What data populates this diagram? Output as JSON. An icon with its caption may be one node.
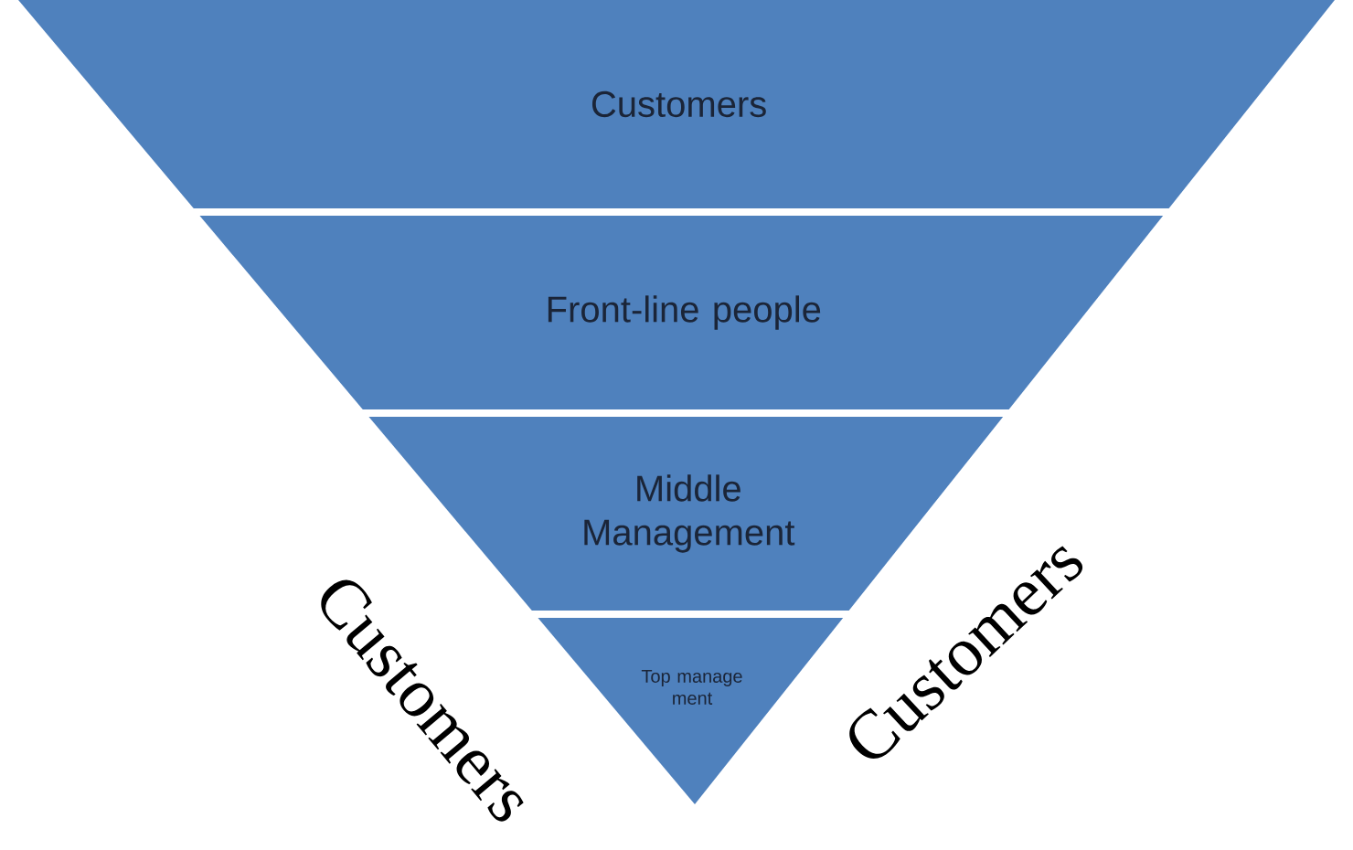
{
  "diagram": {
    "nodes": [
      {
        "text": [
          "Customers"
        ]
      },
      {
        "text": [
          "Front-line people"
        ]
      },
      {
        "text": [
          "Middle Management"
        ]
      },
      {
        "text": [
          "Top manage ment"
        ]
      }
    ],
    "labels": [
      "Customers",
      "Customers"
    ]
  }
}
